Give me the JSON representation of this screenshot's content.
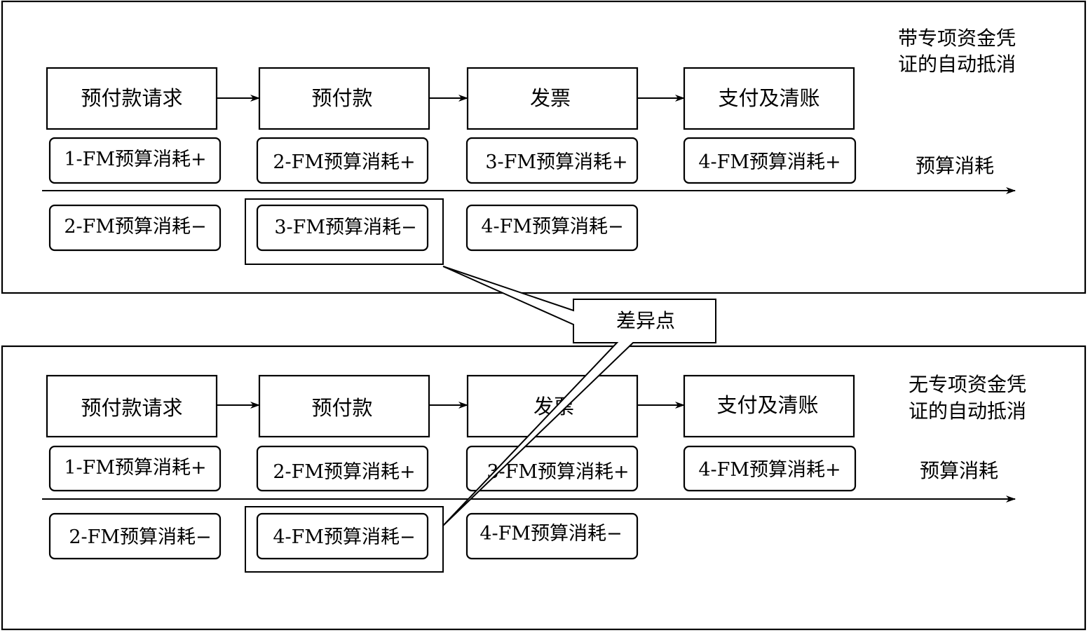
{
  "panels": [
    {
      "id": "top",
      "title_line1": "带专项资金凭",
      "title_line2": "证的自动抵消",
      "axis_label": "预算消耗",
      "steps": [
        "预付款请求",
        "预付款",
        "发票",
        "支付及清账"
      ],
      "plus_row": [
        "1-FM预算消耗+",
        "2-FM预算消耗+",
        "3-FM预算消耗+",
        "4-FM预算消耗+"
      ],
      "minus_row": [
        "2-FM预算消耗−",
        "3-FM预算消耗−",
        "4-FM预算消耗−"
      ]
    },
    {
      "id": "bottom",
      "title_line1": "无专项资金凭",
      "title_line2": "证的自动抵消",
      "axis_label": "预算消耗",
      "steps": [
        "预付款请求",
        "预付款",
        "发票",
        "支付及清账"
      ],
      "plus_row": [
        "1-FM预算消耗+",
        "2-FM预算消耗+",
        "3-FM预算消耗+",
        "4-FM预算消耗+"
      ],
      "minus_row": [
        "2-FM预算消耗−",
        "4-FM预算消耗−",
        "4-FM预算消耗−"
      ]
    }
  ],
  "callout": {
    "label": "差异点"
  }
}
